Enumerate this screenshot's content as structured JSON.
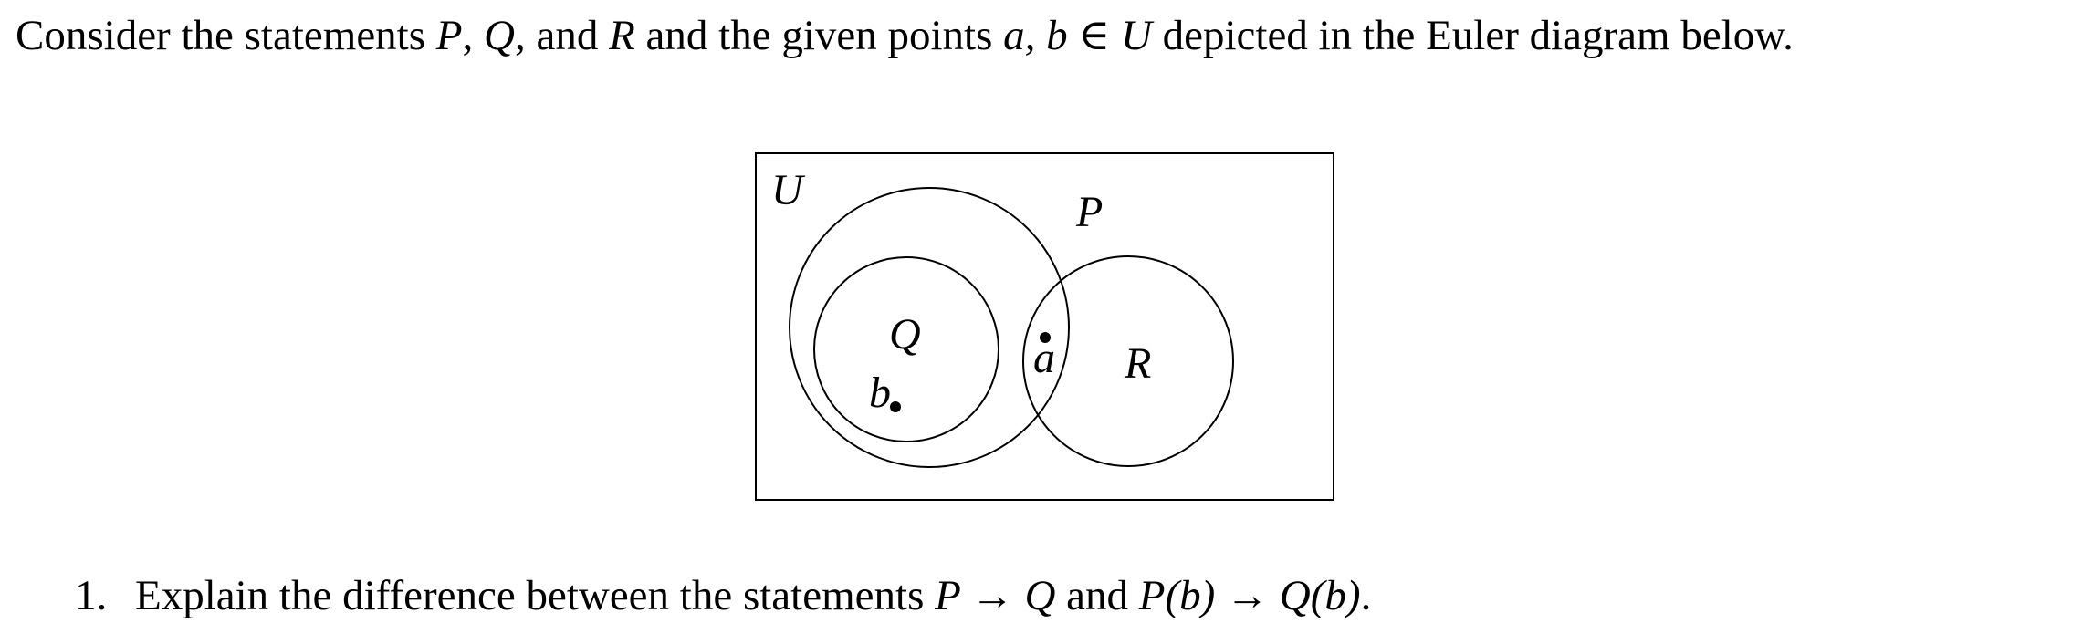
{
  "intro": {
    "part1": "Consider the statements ",
    "P": "P",
    "sep1": ", ",
    "Q": "Q",
    "sep2": ", and ",
    "R": "R",
    "part2": " and the given points ",
    "points": "a, b ∈ U",
    "part3": " depicted in the Euler diagram below."
  },
  "diagram": {
    "universe_label": "U",
    "set_P_label": "P",
    "set_Q_label": "Q",
    "set_R_label": "R",
    "point_a_label": "a",
    "point_b_label": "b"
  },
  "question": {
    "number": "1.",
    "text_before": "Explain the difference between the statements ",
    "expr1": "P → Q",
    "text_middle": " and ",
    "expr2": "P(b) → Q(b)",
    "text_after": "."
  }
}
